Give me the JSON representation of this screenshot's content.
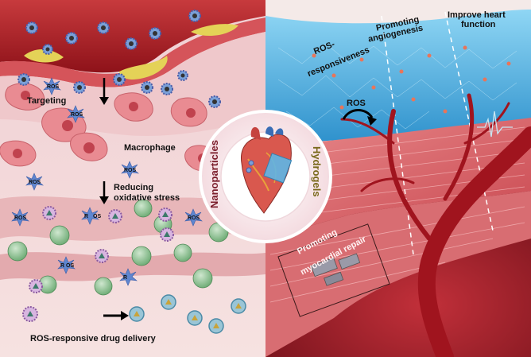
{
  "center": {
    "left_label": "Nanoparticles",
    "right_label": "Hydrogels"
  },
  "left_panel": {
    "targeting": "Targeting",
    "macrophage": "Macrophage",
    "reducing_line1": "Reducing",
    "reducing_line2": "oxidative stress",
    "drug_delivery": "ROS-responsive drug delivery",
    "ros_tag": "ROS",
    "r_tag": "R",
    "os_tag": "OS"
  },
  "right_panel": {
    "ros_responsiveness_line1": "ROS-",
    "ros_responsiveness_line2": "responsiveness",
    "promoting_angiogenesis_line1": "Promoting",
    "promoting_angiogenesis_line2": "angiogenesis",
    "improve_heart_line1": "Improve heart",
    "improve_heart_line2": "function",
    "ros_label": "ROS",
    "myocardial_line1": "Promoting",
    "myocardial_line2": "myocardial repair"
  },
  "colors": {
    "left_background": "#f3d9da",
    "right_background": "#e8c9c6",
    "vessel_wall": "#a31d23",
    "plaque": "#e5d35a",
    "hydrogel": "#3ca7dc",
    "muscle": "#d9656b",
    "center_disc": "#fbecee",
    "nanoparticles_text": "#7a1c2a",
    "hydrogels_text": "#7a6a1c"
  }
}
